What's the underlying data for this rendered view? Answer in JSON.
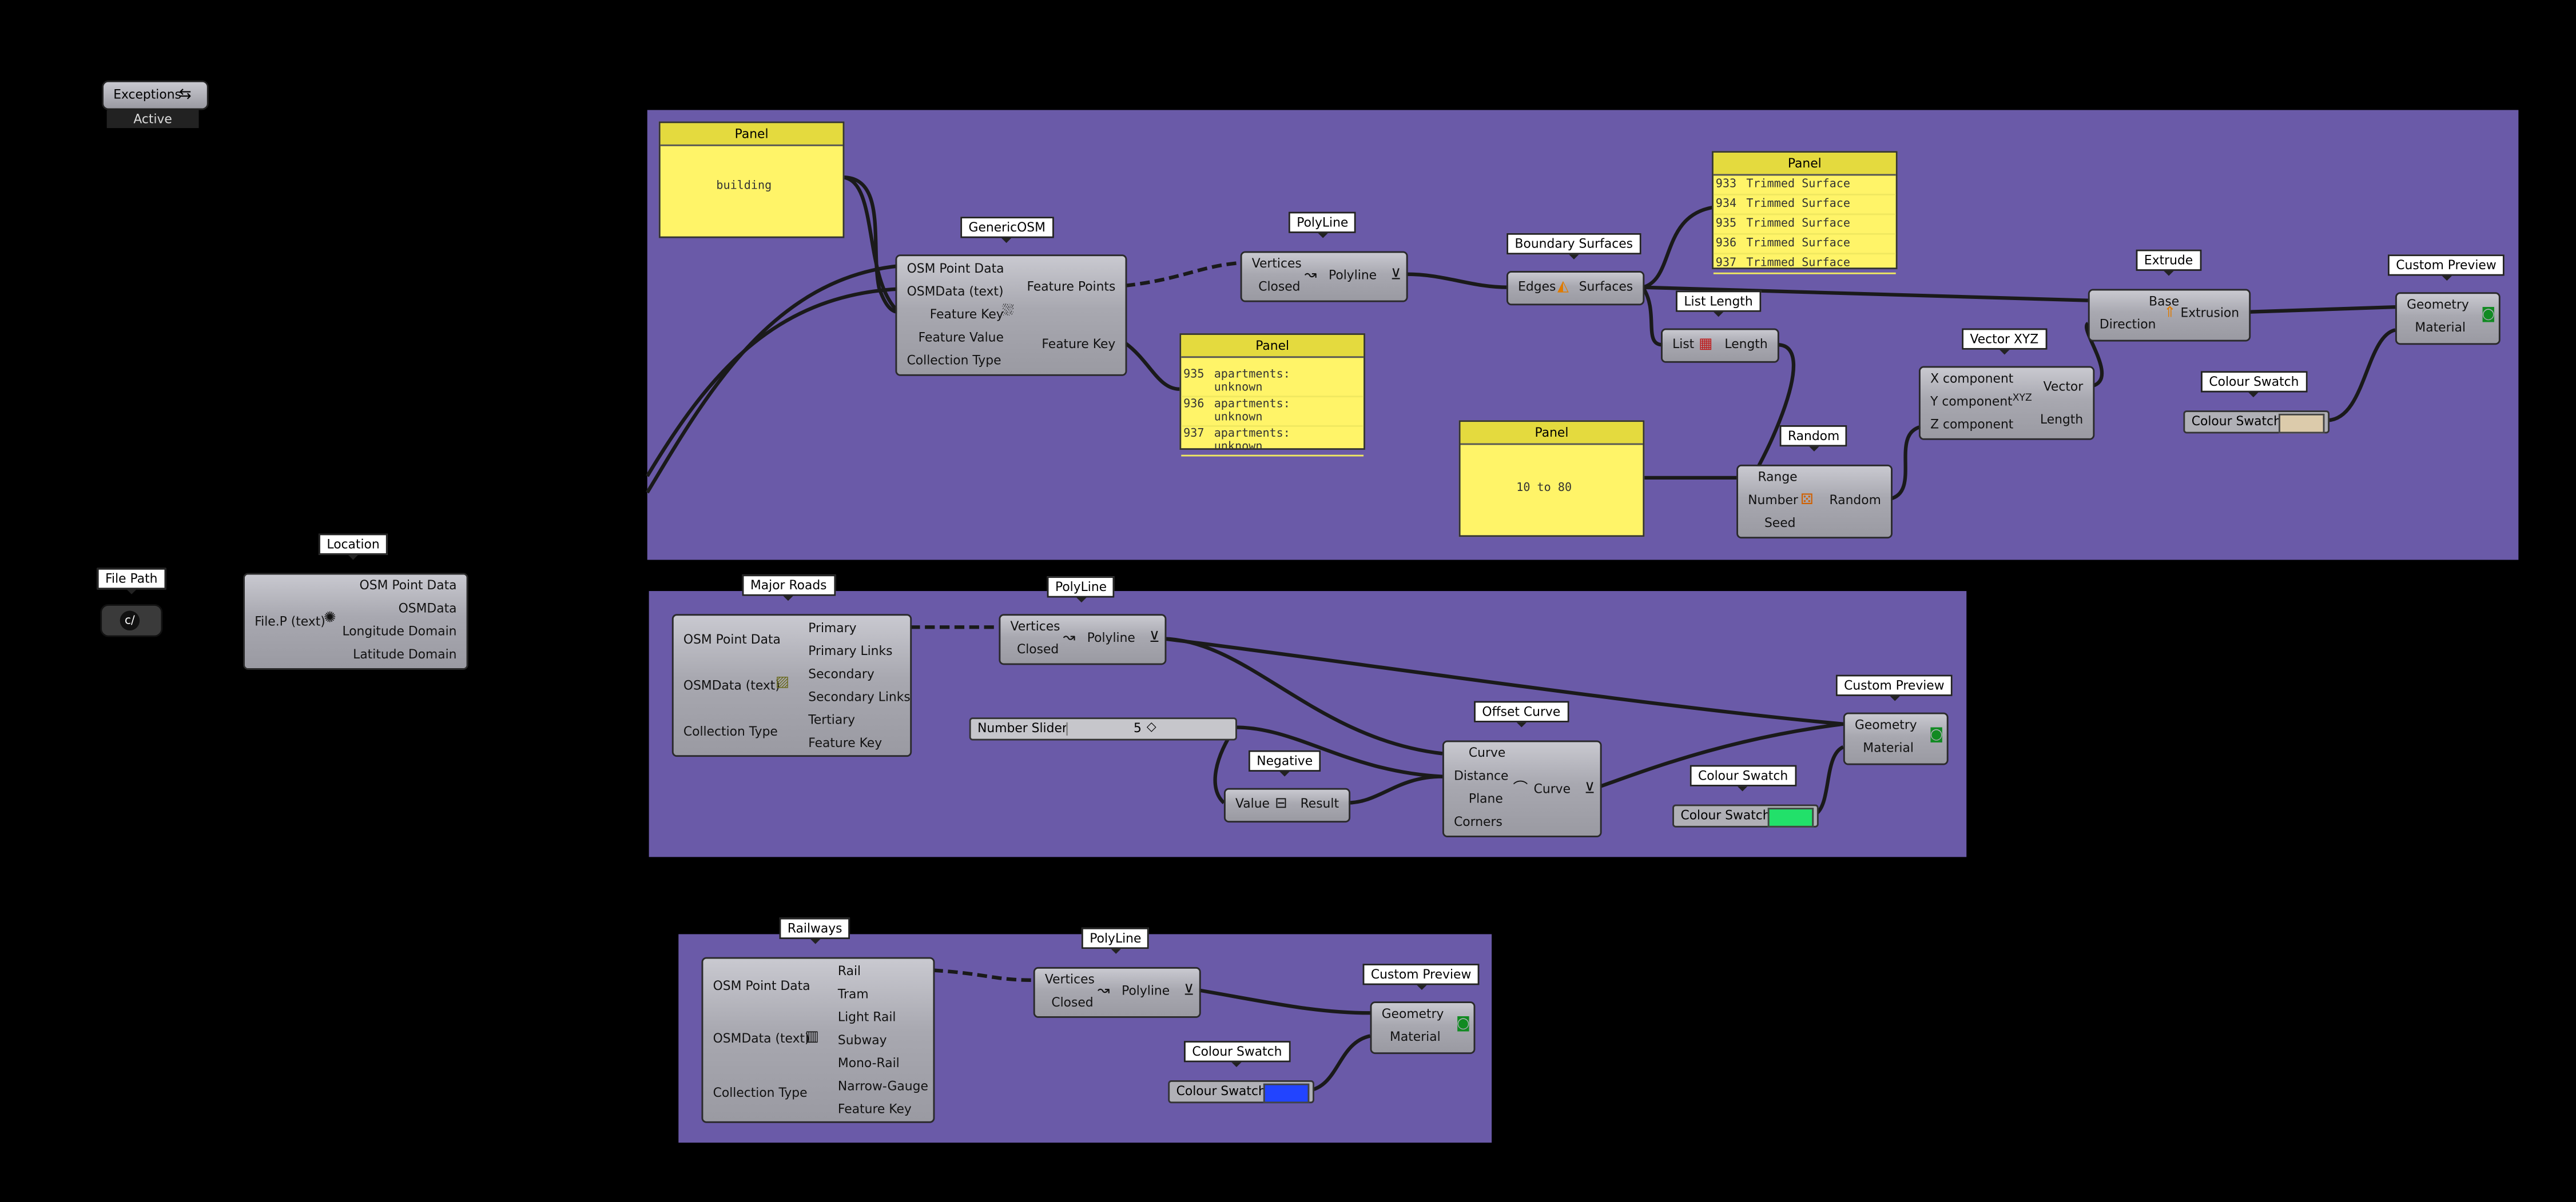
{
  "exceptions": {
    "label": "Exceptions",
    "status": "Active"
  },
  "file_path": {
    "tag": "File Path"
  },
  "location": {
    "tag": "Location",
    "input": "File.P (text)",
    "outputs": [
      "OSM Point Data",
      "OSMData",
      "Longitude Domain",
      "Latitude Domain"
    ]
  },
  "building_group": {
    "panel_building": {
      "title": "Panel",
      "text": "building"
    },
    "generic_osm": {
      "tag": "GenericOSM",
      "inputs": [
        "OSM Point Data",
        "OSMData (text)",
        "Feature Key",
        "Feature Value",
        "Collection Type"
      ],
      "outputs": [
        "Feature Points",
        "Feature Key"
      ]
    },
    "polyline": {
      "tag": "PolyLine",
      "inputs": [
        "Vertices",
        "Closed"
      ],
      "output": "Polyline"
    },
    "panel_apartments": {
      "title": "Panel",
      "rows": [
        {
          "n": "935",
          "text": "apartments: unknown"
        },
        {
          "n": "936",
          "text": "apartments: unknown"
        },
        {
          "n": "937",
          "text": "apartments: unknown"
        }
      ]
    },
    "boundary_surfaces": {
      "tag": "Boundary Surfaces",
      "input": "Edges",
      "output": "Surfaces"
    },
    "panel_trimmed": {
      "title": "Panel",
      "rows": [
        {
          "n": "933",
          "text": "Trimmed Surface"
        },
        {
          "n": "934",
          "text": "Trimmed Surface"
        },
        {
          "n": "935",
          "text": "Trimmed Surface"
        },
        {
          "n": "936",
          "text": "Trimmed Surface"
        },
        {
          "n": "937",
          "text": "Trimmed Surface"
        }
      ]
    },
    "list_length": {
      "tag": "List Length",
      "input": "List",
      "output": "Length"
    },
    "panel_range": {
      "title": "Panel",
      "text": "10 to 80"
    },
    "random": {
      "tag": "Random",
      "inputs": [
        "Range",
        "Number",
        "Seed"
      ],
      "output": "Random"
    },
    "vector_xyz": {
      "tag": "Vector XYZ",
      "inputs": [
        "X component",
        "Y component",
        "Z component"
      ],
      "outputs": [
        "Vector",
        "Length"
      ]
    },
    "extrude": {
      "tag": "Extrude",
      "inputs": [
        "Base",
        "Direction"
      ],
      "output": "Extrusion"
    },
    "custom_preview": {
      "tag": "Custom Preview",
      "inputs": [
        "Geometry",
        "Material"
      ]
    },
    "colour_swatch": {
      "tag": "Colour Swatch",
      "label": "Colour Swatch",
      "color": "#dccbab"
    }
  },
  "roads_group": {
    "major_roads": {
      "tag": "Major Roads",
      "inputs": [
        "OSM Point Data",
        "OSMData (text)",
        "Collection Type"
      ],
      "outputs": [
        "Primary",
        "Primary Links",
        "Secondary",
        "Secondary Links",
        "Tertiary",
        "Feature Key"
      ]
    },
    "polyline": {
      "tag": "PolyLine",
      "inputs": [
        "Vertices",
        "Closed"
      ],
      "output": "Polyline"
    },
    "number_slider": {
      "label": "Number Slider",
      "value": "5"
    },
    "negative": {
      "tag": "Negative",
      "input": "Value",
      "output": "Result"
    },
    "offset_curve": {
      "tag": "Offset Curve",
      "inputs": [
        "Curve",
        "Distance",
        "Plane",
        "Corners"
      ],
      "output": "Curve"
    },
    "custom_preview": {
      "tag": "Custom Preview",
      "inputs": [
        "Geometry",
        "Material"
      ]
    },
    "colour_swatch": {
      "tag": "Colour Swatch",
      "label": "Colour Swatch",
      "color": "#22e06a"
    }
  },
  "rail_group": {
    "railways": {
      "tag": "Railways",
      "inputs": [
        "OSM Point Data",
        "OSMData (text)",
        "Collection Type"
      ],
      "outputs": [
        "Rail",
        "Tram",
        "Light Rail",
        "Subway",
        "Mono-Rail",
        "Narrow-Gauge",
        "Feature Key"
      ]
    },
    "polyline": {
      "tag": "PolyLine",
      "inputs": [
        "Vertices",
        "Closed"
      ],
      "output": "Polyline"
    },
    "custom_preview": {
      "tag": "Custom Preview",
      "inputs": [
        "Geometry",
        "Material"
      ]
    },
    "colour_swatch": {
      "tag": "Colour Swatch",
      "label": "Colour Swatch",
      "color": "#2244ff"
    }
  }
}
